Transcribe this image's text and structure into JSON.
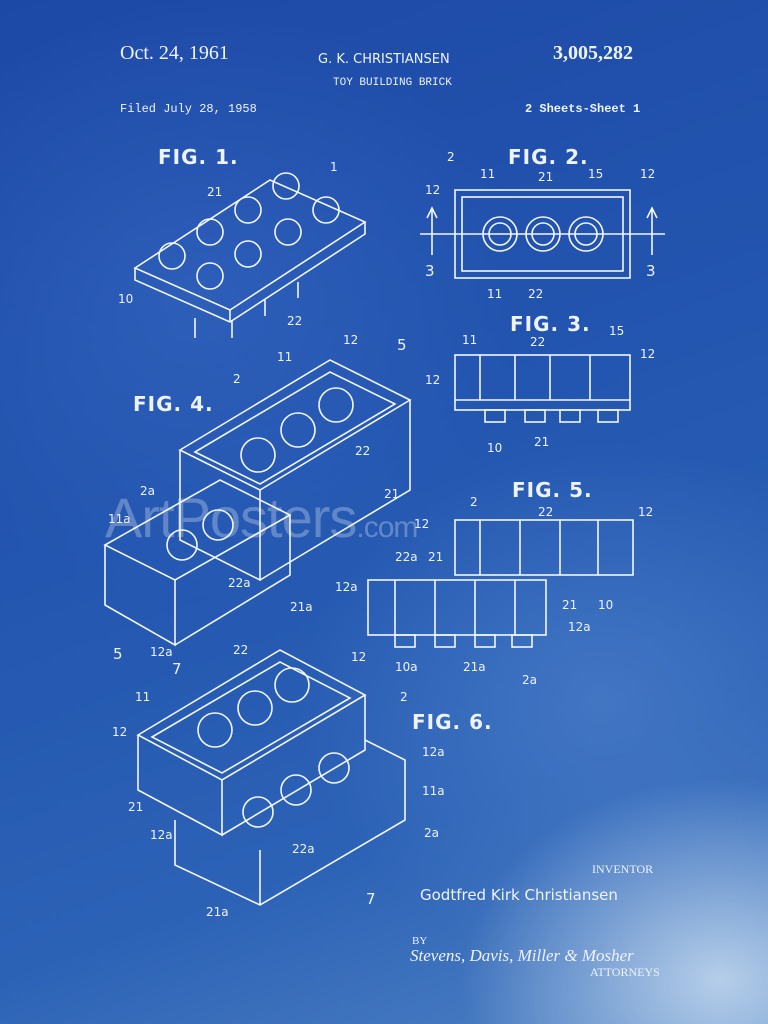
{
  "header": {
    "date": "Oct. 24, 1961",
    "inventor_short": "G. K. CHRISTIANSEN",
    "patent_number": "3,005,282",
    "title": "TOY BUILDING BRICK",
    "filed": "Filed July 28, 1958",
    "sheets": "2 Sheets-Sheet 1"
  },
  "figures": {
    "fig1": {
      "label": "FIG. 1.",
      "refs": [
        "1",
        "21",
        "10",
        "22"
      ]
    },
    "fig2": {
      "label": "FIG. 2.",
      "refs": [
        "2",
        "11",
        "21",
        "15",
        "12",
        "12",
        "3",
        "3",
        "11",
        "22"
      ]
    },
    "fig3": {
      "label": "FIG. 3.",
      "refs": [
        "11",
        "22",
        "15",
        "12",
        "12",
        "10",
        "21"
      ]
    },
    "fig4": {
      "label": "FIG. 4.",
      "refs": [
        "11",
        "12",
        "5",
        "2",
        "22",
        "21",
        "2a",
        "11a",
        "22a",
        "21a",
        "12a",
        "5"
      ]
    },
    "fig5": {
      "label": "FIG. 5.",
      "refs": [
        "2",
        "22",
        "12",
        "12",
        "22a",
        "21",
        "12a",
        "21",
        "10",
        "12a",
        "10a",
        "21a",
        "2a"
      ]
    },
    "fig6": {
      "label": "FIG. 6.",
      "refs": [
        "7",
        "22",
        "12",
        "11",
        "2",
        "12",
        "12a",
        "11a",
        "21",
        "12a",
        "22a",
        "2a",
        "7",
        "21a"
      ]
    }
  },
  "footer": {
    "inventor_label": "INVENTOR",
    "inventor_name": "Godtfred Kirk Christiansen",
    "by": "BY",
    "attorneys_signature": "Stevens, Davis, Miller & Mosher",
    "attorneys_label": "ATTORNEYS"
  },
  "watermark": {
    "text": "ArtPosters",
    "suffix": ".com"
  }
}
